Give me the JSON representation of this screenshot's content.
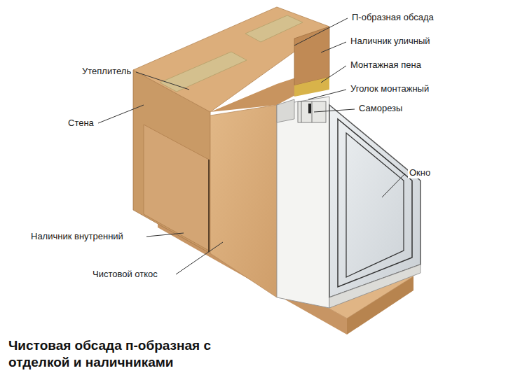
{
  "diagram": {
    "caption": "Чистовая обсада п-образная с отделкой и наличниками",
    "labels": [
      "П-образная обсада",
      "Наличник уличный",
      "Монтажная пена",
      "Уголок монтажный",
      "Саморезы",
      "Окно",
      "Утеплитель",
      "Стена",
      "Наличник внутренний",
      "Чистовой откос"
    ]
  }
}
